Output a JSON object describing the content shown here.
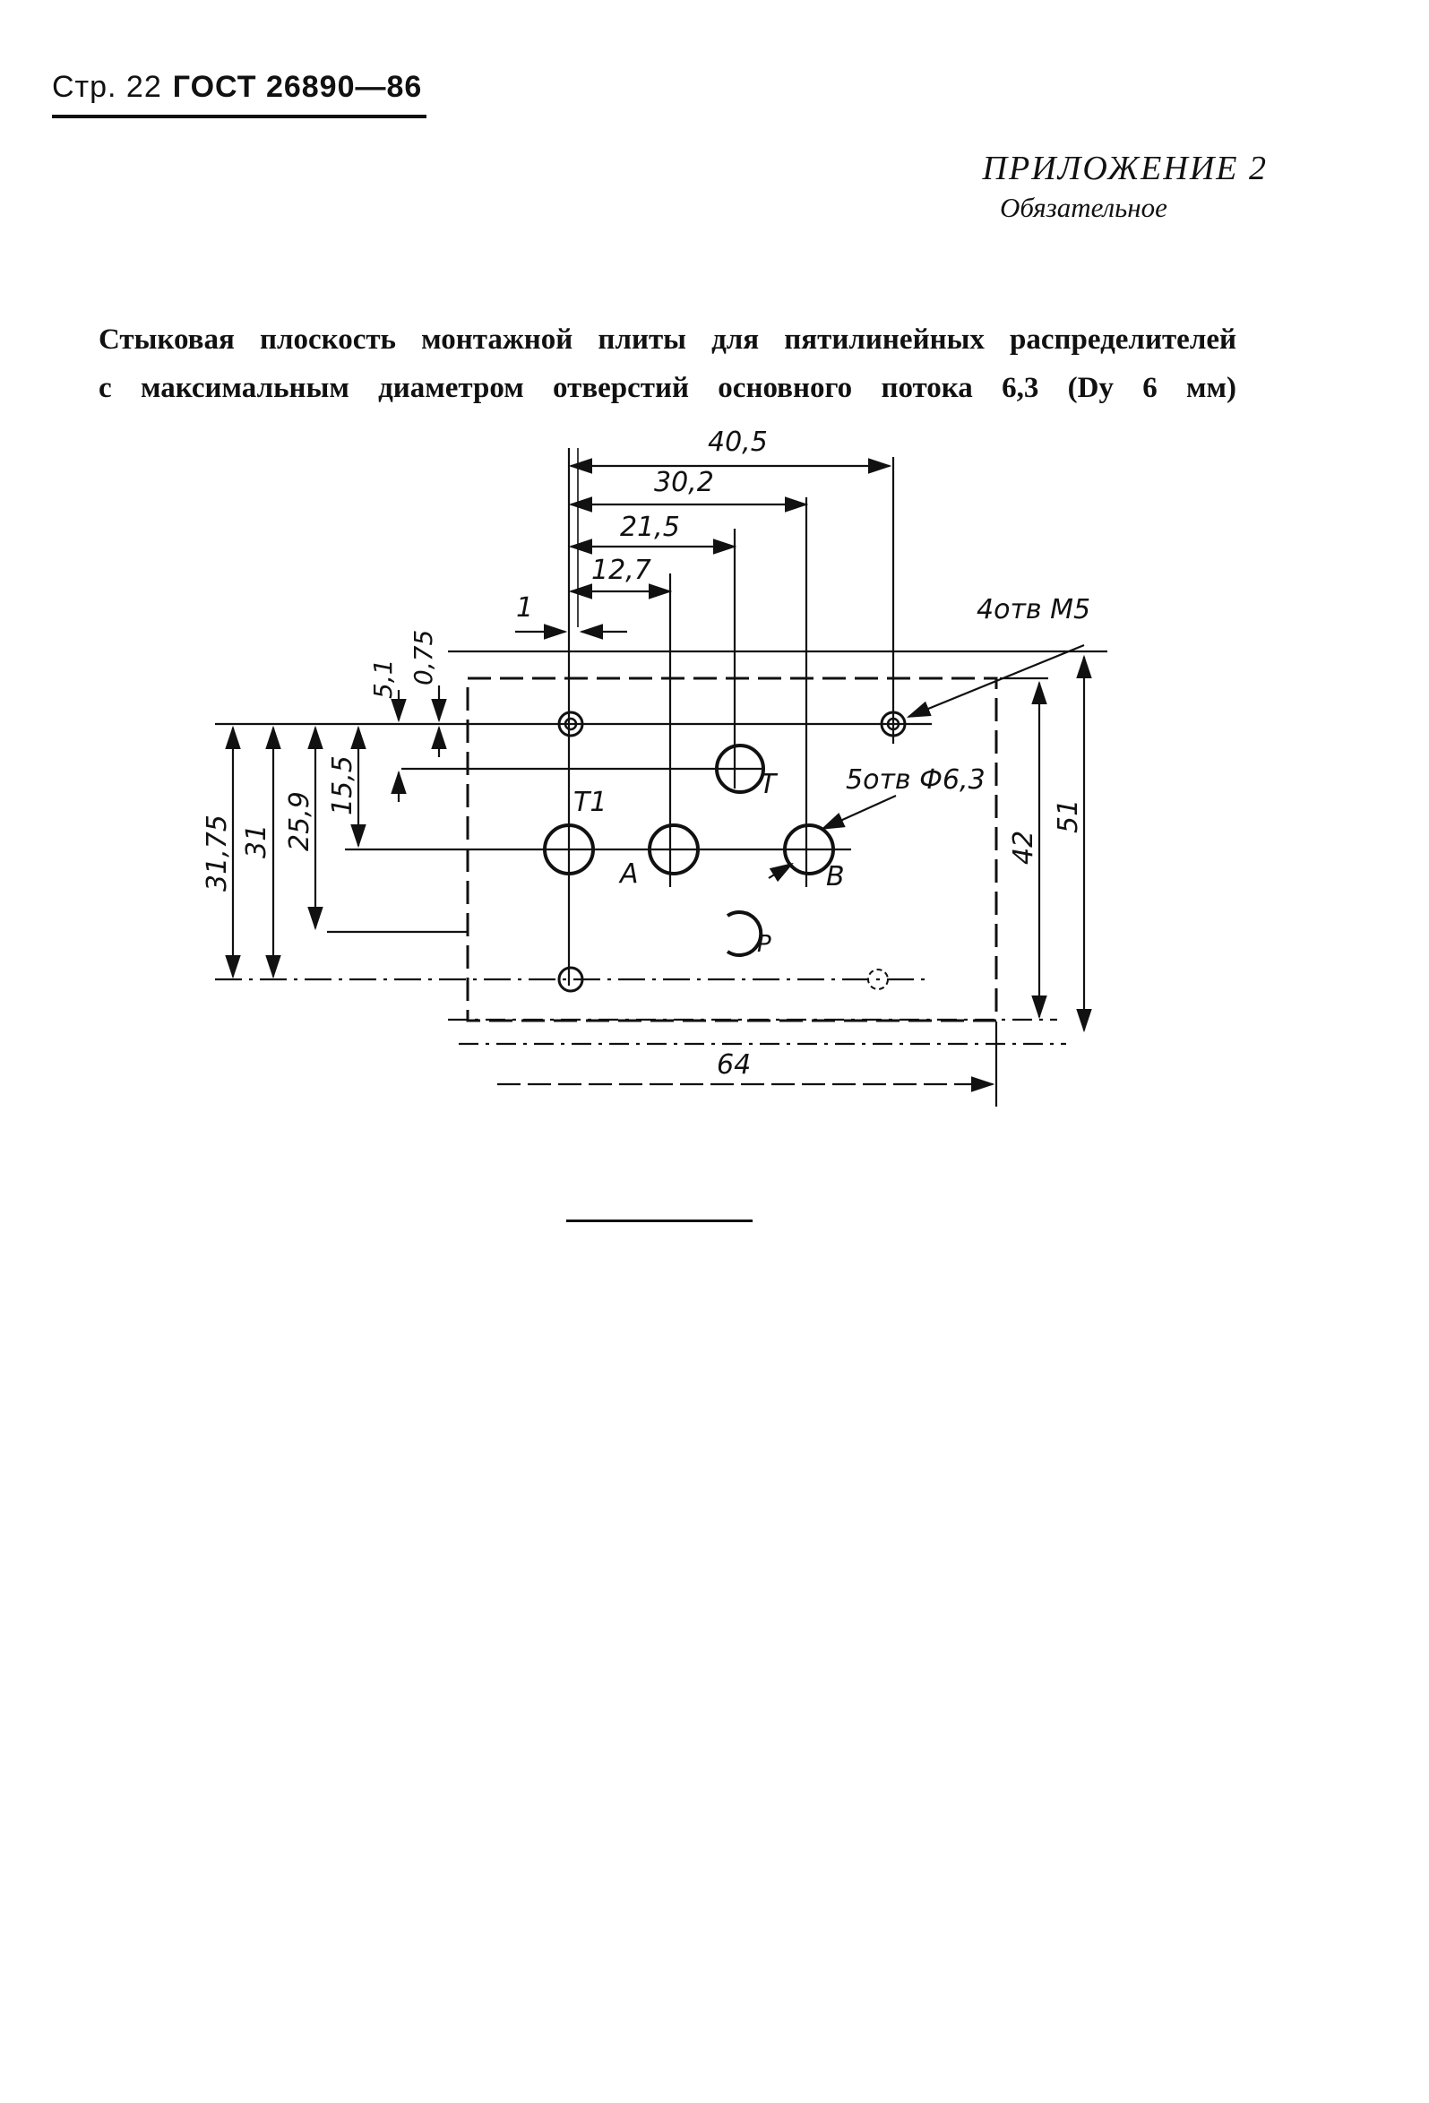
{
  "header": {
    "page": "Стр. 22",
    "standard": "ГОСТ 26890—86"
  },
  "appendix": {
    "label": "ПРИЛОЖЕНИЕ 2",
    "status": "Обязательное"
  },
  "title": {
    "line1": "Стыковая плоскость монтажной плиты для пятилинейных распределителей",
    "line2": "с максимальным диаметром отверстий основного потока 6,3 (Dу 6 мм)"
  },
  "drawing": {
    "dim_top": [
      "40,5",
      "30,2",
      "21,5",
      "12,7",
      "1"
    ],
    "dim_left": [
      "31,75",
      "31",
      "25,9",
      "15,5",
      "5,1",
      "0,75"
    ],
    "dim_right": [
      "42",
      "51"
    ],
    "dim_bottom": "64",
    "note_threads": "4отв М5",
    "note_holes": "5отв Ф6,3",
    "ports": [
      "T1",
      "A",
      "T",
      "B",
      "P"
    ]
  }
}
